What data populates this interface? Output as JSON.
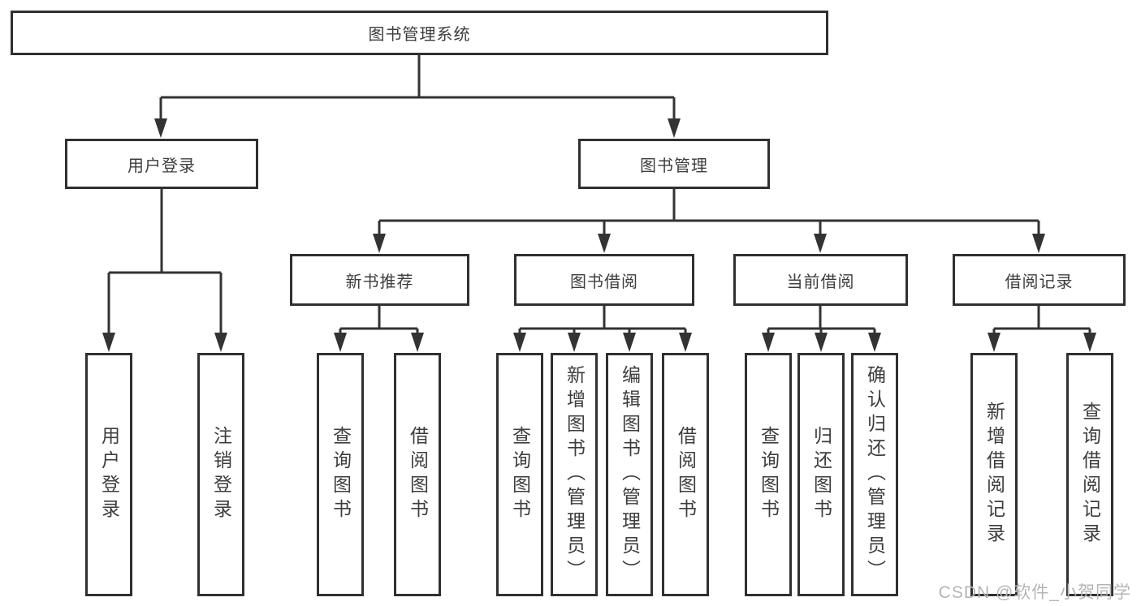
{
  "tree": {
    "root": {
      "label": "图书管理系统",
      "children": [
        {
          "label": "用户登录",
          "children": [
            {
              "label": "用户登录"
            },
            {
              "label": "注销登录"
            }
          ]
        },
        {
          "label": "图书管理",
          "children": [
            {
              "label": "新书推荐",
              "children": [
                {
                  "label": "查询图书"
                },
                {
                  "label": "借阅图书"
                }
              ]
            },
            {
              "label": "图书借阅",
              "children": [
                {
                  "label": "查询图书"
                },
                {
                  "label": "新增图书（管理员）"
                },
                {
                  "label": "编辑图书（管理员）"
                },
                {
                  "label": "借阅图书"
                }
              ]
            },
            {
              "label": "当前借阅",
              "children": [
                {
                  "label": "查询图书"
                },
                {
                  "label": "归还图书"
                },
                {
                  "label": "确认归还（管理员）"
                }
              ]
            },
            {
              "label": "借阅记录",
              "children": [
                {
                  "label": "新增借阅记录"
                },
                {
                  "label": "查询借阅记录"
                }
              ]
            }
          ]
        }
      ]
    }
  },
  "watermark": {
    "text": "CSDN @软件_小贺同学"
  },
  "colors": {
    "line": "#333333",
    "box_border": "#303030",
    "text": "#3d3d3d",
    "watermark": "#b5b5b5",
    "background": "#ffffff"
  }
}
